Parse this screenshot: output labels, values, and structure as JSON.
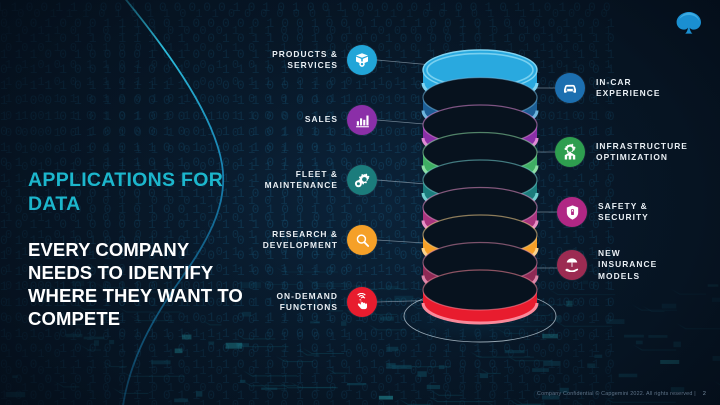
{
  "slide": {
    "headline_accent": "APPLICATIONS\nFOR DATA",
    "headline_main": "EVERY COMPANY\nNEEDS TO IDENTIFY\nWHERE THEY WANT\nTO COMPETE",
    "accent_color": "#1CB6CC",
    "background_color": "#071A2B"
  },
  "logo": {
    "name": "capgemini-logo",
    "color": "#1A8FD1"
  },
  "left_items": [
    {
      "label": "PRODUCTS &\nSERVICES",
      "icon": "package-icon",
      "color": "#21A5D8"
    },
    {
      "label": "SALES",
      "icon": "bar-chart-icon",
      "color": "#8B2FA8"
    },
    {
      "label": "FLEET &\nMAINTENANCE",
      "icon": "gears-icon",
      "color": "#1B7C7C"
    },
    {
      "label": "RESEARCH &\nDEVELOPMENT",
      "icon": "magnifier-icon",
      "color": "#F5A028"
    },
    {
      "label": "ON-DEMAND\nFUNCTIONS",
      "icon": "tap-hand-icon",
      "color": "#E81C2E"
    }
  ],
  "right_items": [
    {
      "label": "IN-CAR\nEXPERIENCE",
      "icon": "car-icon",
      "color": "#1C6FB0"
    },
    {
      "label": "INFRASTRUCTURE\nOPTIMIZATION",
      "icon": "factory-gear-icon",
      "color": "#2E9E4F"
    },
    {
      "label": "SAFETY &\nSECURITY",
      "icon": "shield-lock-icon",
      "color": "#B02784"
    },
    {
      "label": "NEW\nINSURANCE\nMODELS",
      "icon": "umbrella-hand-icon",
      "color": "#9C2B52"
    }
  ],
  "stack_discs": [
    {
      "name": "disc-cyan",
      "color": "#29A9DF",
      "rim": "#7FD4F2"
    },
    {
      "name": "disc-deep-blue",
      "color": "#1C5E95",
      "rim": "#6FB6DE"
    },
    {
      "name": "disc-purple",
      "color": "#8B2FA8",
      "rim": "#E08BD6"
    },
    {
      "name": "disc-green",
      "color": "#3FAE63",
      "rim": "#8FE0A6"
    },
    {
      "name": "disc-teal",
      "color": "#1B7C7C",
      "rim": "#72CFCF"
    },
    {
      "name": "disc-magenta",
      "color": "#A8347E",
      "rim": "#E992C8"
    },
    {
      "name": "disc-orange",
      "color": "#F5A028",
      "rim": "#FBD38C"
    },
    {
      "name": "disc-dark-magenta",
      "color": "#8E2A55",
      "rim": "#DE88AC"
    },
    {
      "name": "disc-red",
      "color": "#E81C2E",
      "rim": "#F9899A"
    }
  ],
  "footer": {
    "text": "Company Confidential © Capgemini 2022. All rights reserved  |",
    "page": "2"
  }
}
